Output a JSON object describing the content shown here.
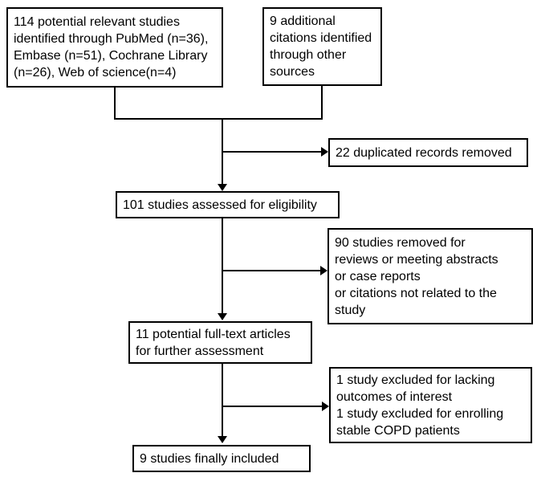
{
  "diagram": {
    "type": "flowchart",
    "description": "Study selection flow diagram (PRISMA-style)",
    "colors": {
      "background": "#ffffff",
      "box_fill": "#ffffff",
      "box_border": "#000000",
      "line": "#000000",
      "text": "#000000"
    },
    "boxes": [
      {
        "id": "identified-studies",
        "text": "114 potential relevant studies\nidentified through PubMed (n=36),\nEmbase (n=51), Cochrane Library\n(n=26), Web of science(n=4)"
      },
      {
        "id": "additional-citations",
        "text": "9 additional\ncitations identified\nthrough other\nsources"
      },
      {
        "id": "duplicates-removed",
        "text": "22 duplicated records removed"
      },
      {
        "id": "assessed-eligibility",
        "text": "101 studies assessed for eligibility"
      },
      {
        "id": "studies-removed",
        "text": "90 studies removed for\nreviews or meeting abstracts\nor case reports\nor citations not related to the\nstudy"
      },
      {
        "id": "fulltext-assessment",
        "text": "11 potential full-text articles\nfor further assessment"
      },
      {
        "id": "studies-excluded",
        "text": "1 study excluded for lacking\noutcomes of interest\n1 study excluded for enrolling\nstable COPD patients"
      },
      {
        "id": "finally-included",
        "text": "9 studies finally included"
      }
    ],
    "edges": [
      {
        "from": "identified-studies",
        "to": "assessed-eligibility"
      },
      {
        "from": "additional-citations",
        "to": "assessed-eligibility"
      },
      {
        "from": "merge-spine",
        "to": "duplicates-removed"
      },
      {
        "from": "assessed-eligibility",
        "to": "fulltext-assessment"
      },
      {
        "from": "assessed-eligibility",
        "to": "studies-removed"
      },
      {
        "from": "fulltext-assessment",
        "to": "finally-included"
      },
      {
        "from": "fulltext-assessment",
        "to": "studies-excluded"
      }
    ]
  }
}
